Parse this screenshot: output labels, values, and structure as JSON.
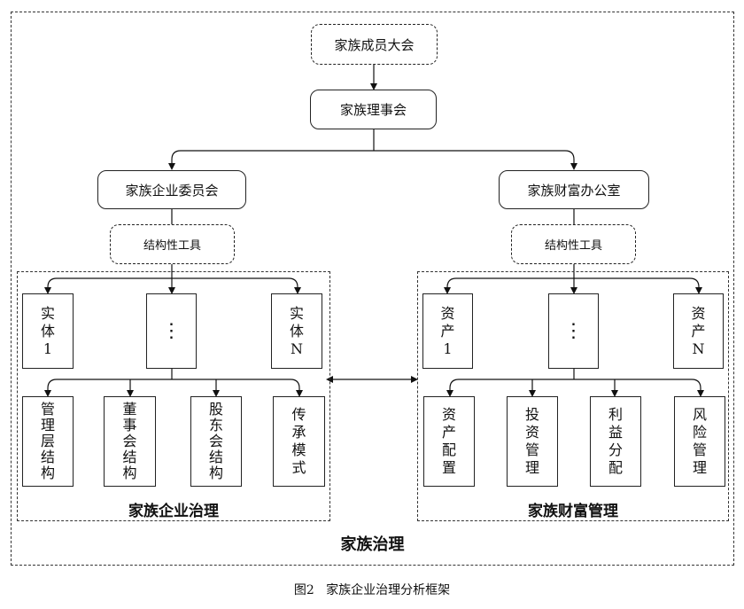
{
  "diagram": {
    "top_box": "家族成员大会",
    "council": "家族理事会",
    "left_branch": {
      "title": "家族企业委员会",
      "tool": "结构性工具",
      "entity_first": [
        "实",
        "体",
        "1"
      ],
      "entity_middle": "⋮",
      "entity_last": [
        "实",
        "体",
        "N"
      ],
      "items": [
        [
          "管",
          "理",
          "层",
          "结",
          "构"
        ],
        [
          "董",
          "事",
          "会",
          "结",
          "构"
        ],
        [
          "股",
          "东",
          "会",
          "结",
          "构"
        ],
        [
          "传",
          "承",
          "模",
          "式"
        ]
      ],
      "frame_label": "家族企业治理"
    },
    "right_branch": {
      "title": "家族财富办公室",
      "tool": "结构性工具",
      "entity_first": [
        "资",
        "产",
        "1"
      ],
      "entity_middle": "⋮",
      "entity_last": [
        "资",
        "产",
        "N"
      ],
      "items": [
        [
          "资",
          "产",
          "配",
          "置"
        ],
        [
          "投",
          "资",
          "管",
          "理"
        ],
        [
          "利",
          "益",
          "分",
          "配"
        ],
        [
          "风",
          "险",
          "管",
          "理"
        ]
      ],
      "frame_label": "家族财富管理"
    },
    "outer_label": "家族治理"
  },
  "caption": "图2   家族企业治理分析框架"
}
